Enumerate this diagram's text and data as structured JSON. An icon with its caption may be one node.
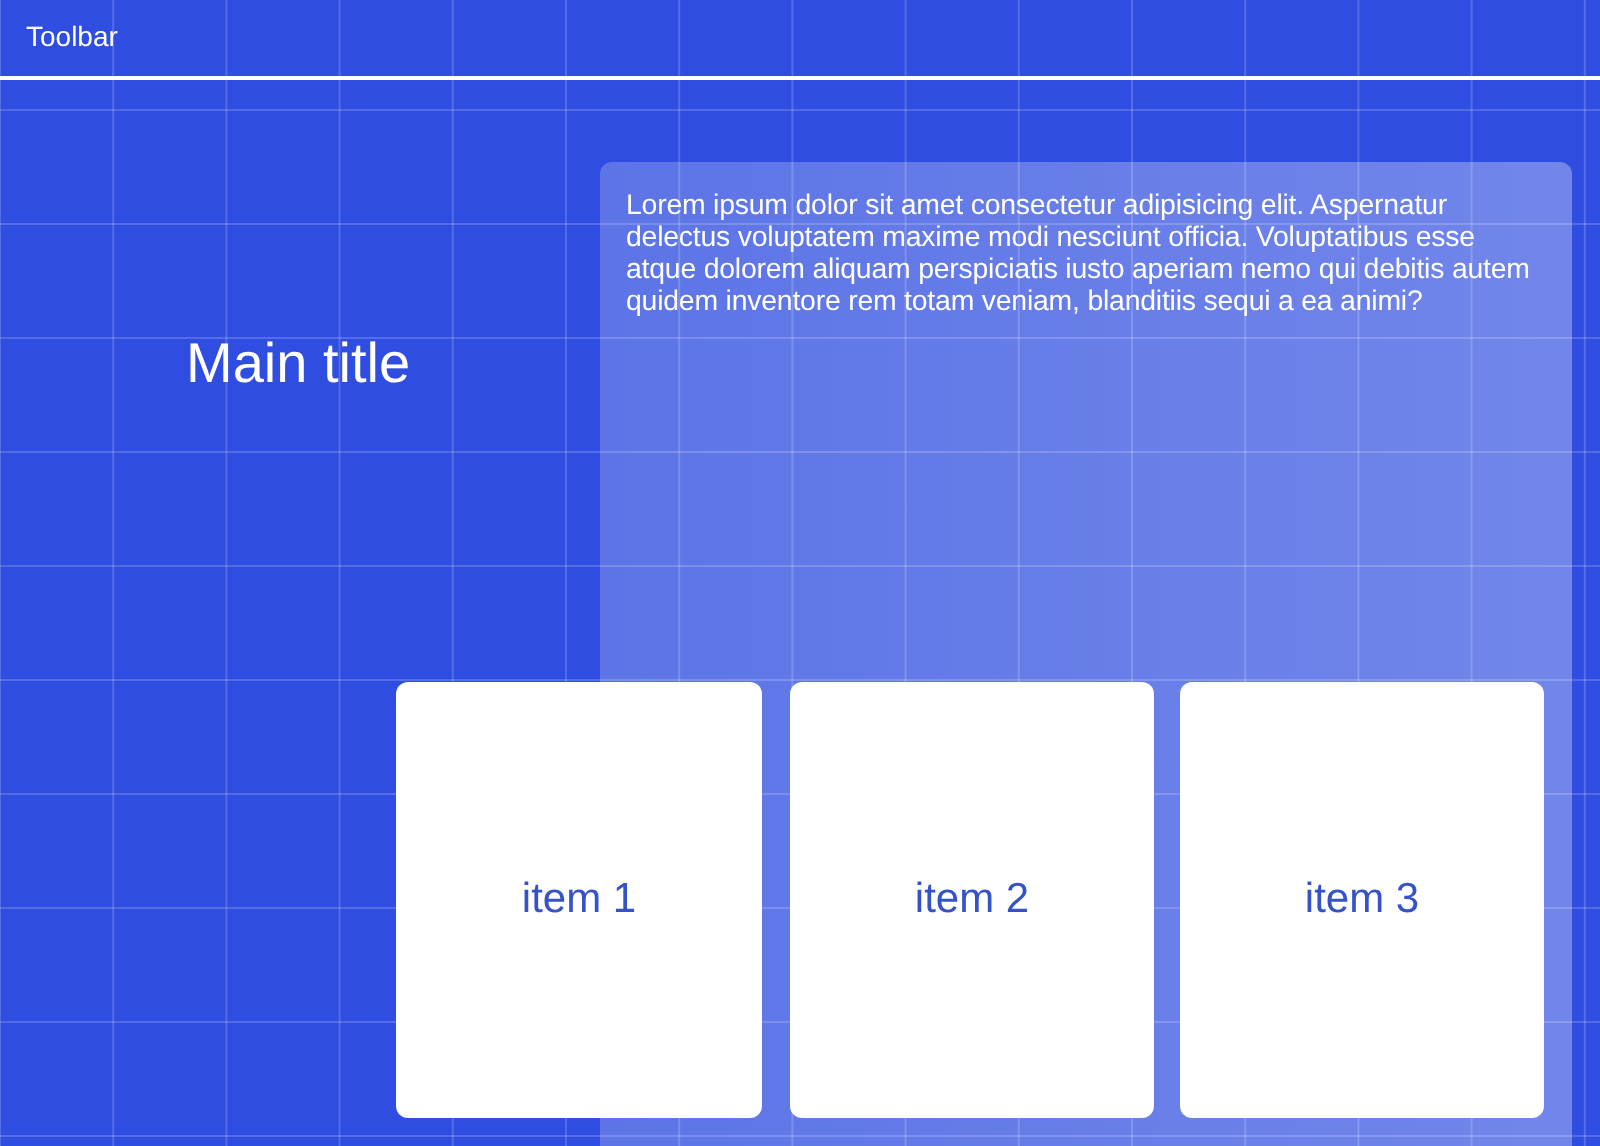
{
  "diagram": {
    "nodes": [
      {
        "text": [
          "Toolbar"
        ]
      },
      {
        "text": [
          "Lorem ipsum dolor sit amet consectetur adipisicing elit. Aspernatur delectus voluptatem maxime modi nesciunt officia. Voluptatibus esse atque dolorem aliquam perspiciatis iusto aperiam nemo qui debitis autem quidem inventore rem totam veniam, blanditiis sequi a ea animi?"
        ]
      },
      {
        "text": [
          "item 1"
        ]
      },
      {
        "text": [
          "item 2"
        ],
        "in": 1
      },
      {
        "text": [
          "item 3"
        ],
        "in": 1
      }
    ],
    "labels": [
      "Main title"
    ]
  }
}
